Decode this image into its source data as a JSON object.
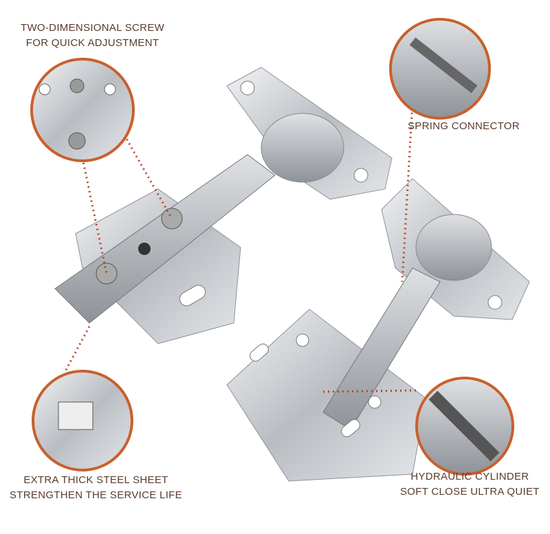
{
  "callouts": {
    "screw": {
      "line1": "TWO-DIMENSIONAL SCREW",
      "line2": "FOR QUICK ADJUSTMENT"
    },
    "spring": {
      "line1": "SPRING CONNECTOR"
    },
    "steel": {
      "line1": "EXTRA THICK STEEL SHEET",
      "line2": "STRENGTHEN THE SERVICE LIFE"
    },
    "hydraulic": {
      "line1": "HYDRAULIC CYLINDER",
      "line2": "SOFT CLOSE ULTRA QUIET"
    }
  },
  "colors": {
    "accent": "#c8602c",
    "text": "#5a3a2a",
    "steel": "#c9ccd0",
    "dots": "#b5402a"
  }
}
